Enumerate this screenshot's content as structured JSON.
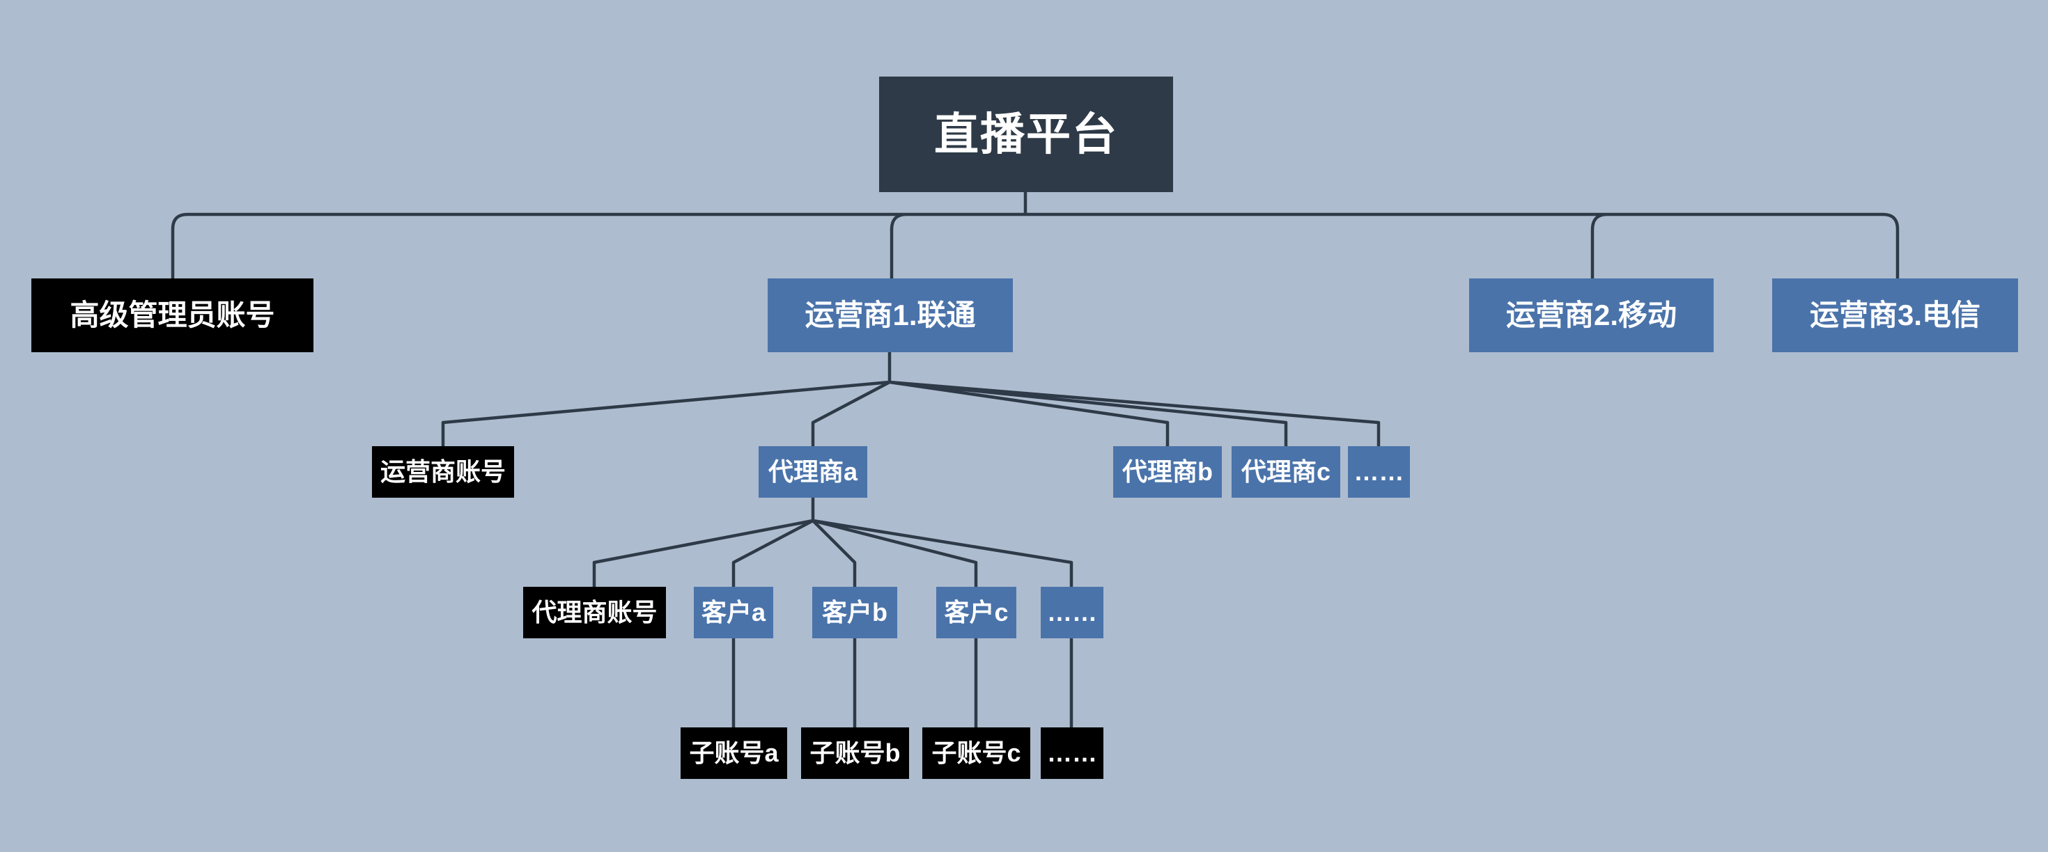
{
  "colors": {
    "background": "#aebccf",
    "node_dark": "#2e3a47",
    "node_blue": "#4a73aa",
    "node_black": "#000000",
    "connector": "#2e3a47",
    "text": "#ffffff"
  },
  "tree": {
    "root": {
      "label": "直播平台",
      "children": [
        {
          "label": "高级管理员账号"
        },
        {
          "label": "运营商1.联通",
          "children": [
            {
              "label": "运营商账号"
            },
            {
              "label": "代理商a",
              "children": [
                {
                  "label": "代理商账号"
                },
                {
                  "label": "客户a",
                  "children": [
                    {
                      "label": "子账号a"
                    }
                  ]
                },
                {
                  "label": "客户b",
                  "children": [
                    {
                      "label": "子账号b"
                    }
                  ]
                },
                {
                  "label": "客户c",
                  "children": [
                    {
                      "label": "子账号c"
                    }
                  ]
                },
                {
                  "label": "……",
                  "children": [
                    {
                      "label": "……"
                    }
                  ]
                }
              ]
            },
            {
              "label": "代理商b"
            },
            {
              "label": "代理商c"
            },
            {
              "label": "……"
            }
          ]
        },
        {
          "label": "运营商2.移动"
        },
        {
          "label": "运营商3.电信"
        }
      ]
    }
  }
}
